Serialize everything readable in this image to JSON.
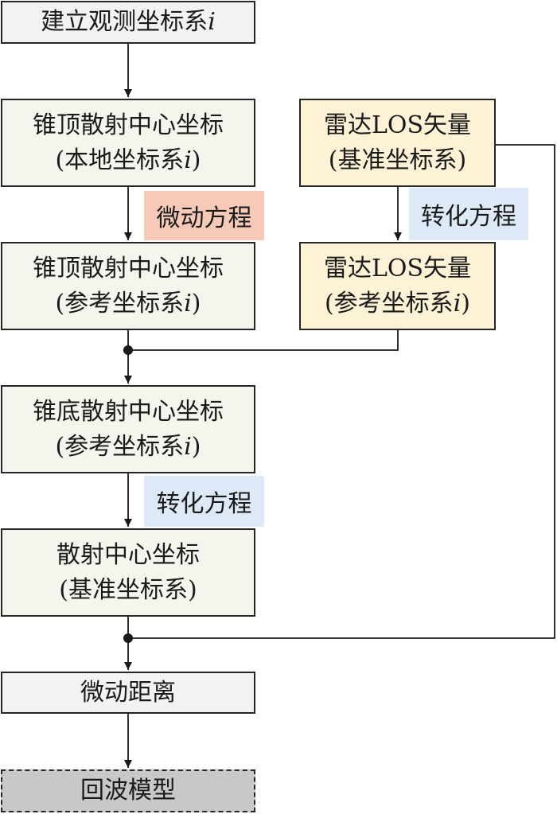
{
  "nodes": {
    "establish": {
      "text": "建立观测坐标系",
      "var": "i"
    },
    "apex_local": {
      "line1": "锥顶散射中心坐标",
      "line2": "(本地坐标系",
      "var": "i",
      "close": ")"
    },
    "radar_base": {
      "line1": "雷达LOS矢量",
      "line2": "(基准坐标系)"
    },
    "apex_ref": {
      "line1": "锥顶散射中心坐标",
      "line2": "(参考坐标系",
      "var": "i",
      "close": ")"
    },
    "radar_ref": {
      "line1": "雷达LOS矢量",
      "line2": "(参考坐标系",
      "var": "i",
      "close": ")"
    },
    "bottom_ref": {
      "line1": "锥底散射中心坐标",
      "line2": "(参考坐标系",
      "var": "i",
      "close": ")"
    },
    "scatter_base": {
      "line1": "散射中心坐标",
      "line2": "(基准坐标系)"
    },
    "micro_distance": {
      "text": "微动距离"
    },
    "echo_model": {
      "text": "回波模型"
    }
  },
  "labels": {
    "micro_motion_eq": "微动方程",
    "transform_eq_right": "转化方程",
    "transform_eq_left": "转化方程"
  },
  "colors": {
    "gray": "#f2f2f2",
    "green": "#f2f6ec",
    "yellow": "#fdf2d5",
    "dashed_gray": "#c8c8c8",
    "label_blue": "#dde9f6",
    "label_salmon": "#f7cab8",
    "line": "#1a1a1a"
  }
}
